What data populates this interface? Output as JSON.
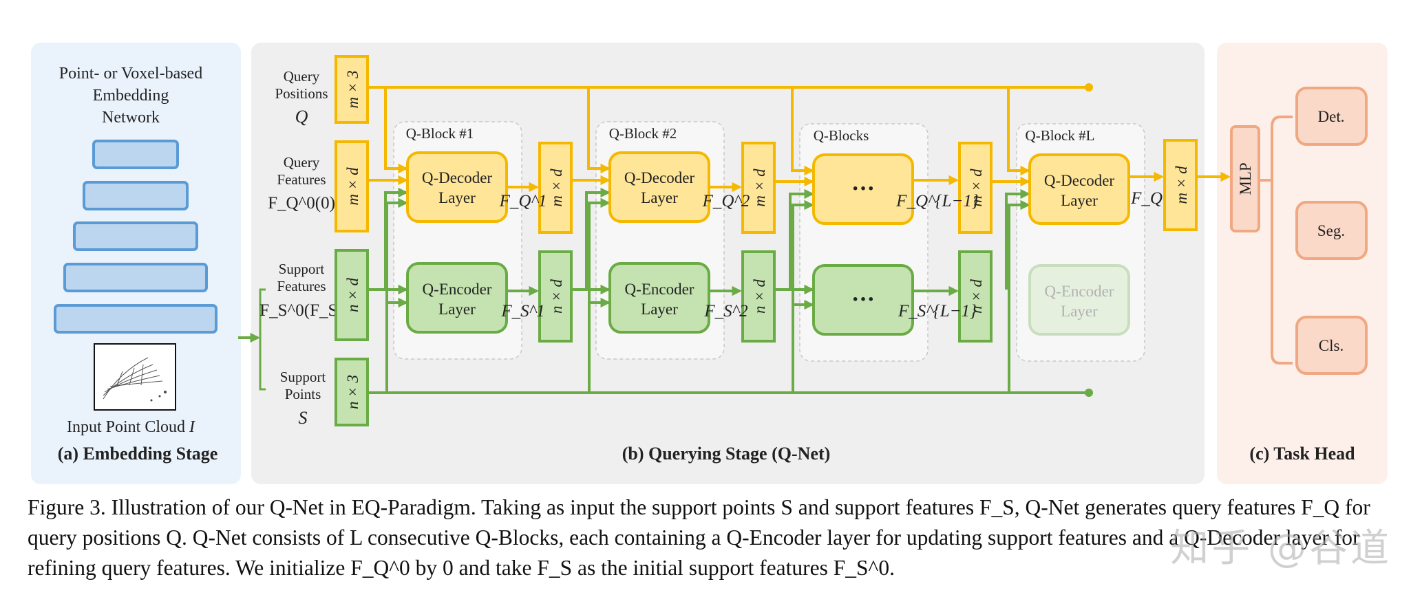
{
  "panels": {
    "embedding": {
      "network_label": [
        "Point- or Voxel-based",
        "Embedding",
        "Network"
      ],
      "input_label": "Input Point Cloud",
      "input_symbol": "I",
      "stage_title": "(a) Embedding Stage"
    },
    "querying": {
      "stage_title": "(b) Querying Stage (Q-Net)",
      "query_positions": [
        "Query",
        "Positions",
        "Q"
      ],
      "query_features": [
        "Query",
        "Features",
        "F_Q^0(0)"
      ],
      "support_features": [
        "Support",
        "Features",
        "F_S^0(F_S)"
      ],
      "support_points": [
        "Support",
        "Points",
        "S"
      ],
      "blocks": [
        {
          "title": "Q-Block #1",
          "decoder": [
            "Q-Decoder",
            "Layer"
          ],
          "encoder": [
            "Q-Encoder",
            "Layer"
          ],
          "out_q": "F_Q^1",
          "out_s": "F_S^1"
        },
        {
          "title": "Q-Block #2",
          "decoder": [
            "Q-Decoder",
            "Layer"
          ],
          "encoder": [
            "Q-Encoder",
            "Layer"
          ],
          "out_q": "F_Q^2",
          "out_s": "F_S^2"
        },
        {
          "title": "Q-Blocks",
          "decoder": [
            "···"
          ],
          "encoder": [
            "···"
          ],
          "out_q": "F_Q^{L−1}",
          "out_s": "F_S^{L−1}"
        },
        {
          "title": "Q-Block #L",
          "decoder": [
            "Q-Decoder",
            "Layer"
          ],
          "encoder": [
            "Q-Encoder",
            "Layer"
          ],
          "out_q": "F_Q",
          "out_s": ""
        }
      ],
      "dims": {
        "mx3": "m × 3",
        "mxd": "m × d",
        "nxd": "n × d",
        "nx3": "n × 3"
      }
    },
    "task_head": {
      "stage_title": "(c) Task Head",
      "mlp": "MLP",
      "outputs": [
        "Det.",
        "Seg.",
        "Cls."
      ]
    }
  },
  "caption": "Figure 3. Illustration of our Q-Net in EQ-Paradigm. Taking as input the support points S and support features F_S, Q-Net generates query features F_Q for query positions Q. Q-Net consists of L consecutive Q-Blocks, each containing a Q-Encoder layer for updating support features and a Q-Decoder layer for refining query features. We initialize F_Q^0 by 0 and take F_S as the initial support features F_S^0.",
  "watermark": "知乎 @谷道",
  "colors": {
    "yellow": "#f5b800",
    "yellow_fill": "#ffe597",
    "green": "#6aab45",
    "green_fill": "#c4e3b0",
    "blue": "#5b9bd5",
    "blue_fill": "#bcd6ef",
    "orange": "#f0a882",
    "orange_fill": "#fbd9c8"
  }
}
